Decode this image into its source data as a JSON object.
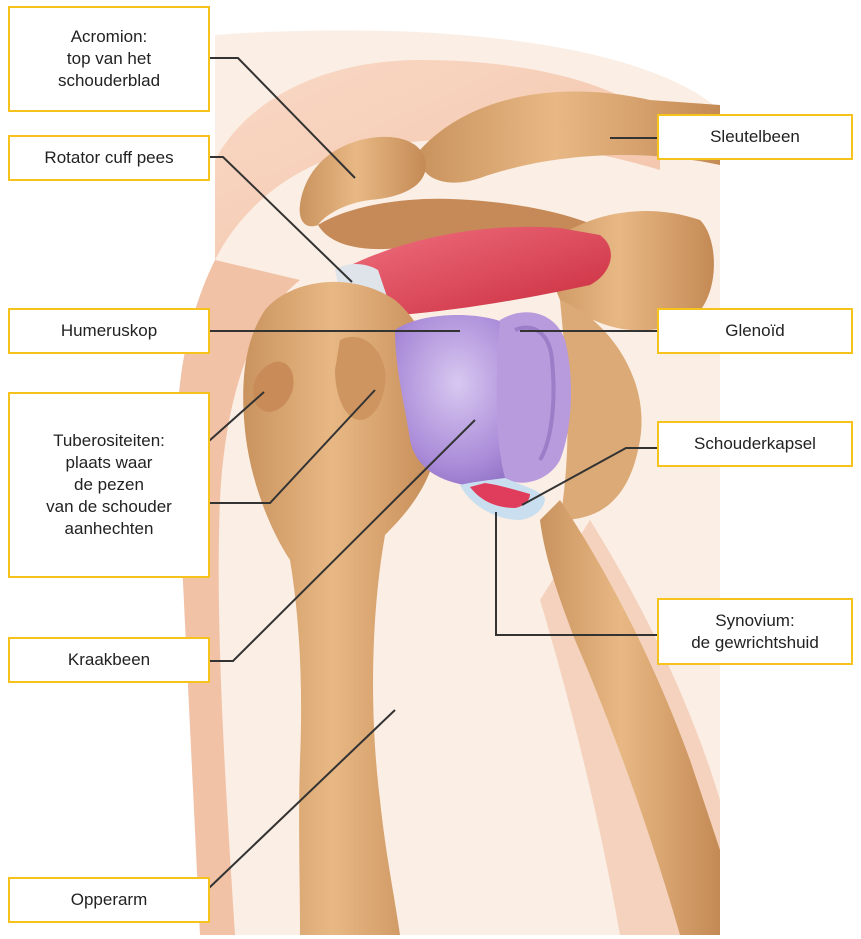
{
  "colors": {
    "label_border": "#f6c21c",
    "leader_line": "#333333",
    "bone": "#d9a36d",
    "cartilage": "#b7a0de",
    "muscle": "#de3f4f"
  },
  "labels": {
    "acromion": [
      "Acromion:",
      "top van het",
      "schouderblad"
    ],
    "rotator_cuff": [
      "Rotator cuff pees"
    ],
    "humeruskop": [
      "Humeruskop"
    ],
    "tuberositeiten": [
      "Tuberositeiten:",
      "plaats waar",
      "de pezen",
      "van de schouder",
      "aanhechten"
    ],
    "kraakbeen": [
      "Kraakbeen"
    ],
    "opperarm": [
      "Opperarm"
    ],
    "sleutelbeen": [
      "Sleutelbeen"
    ],
    "glenoid": [
      "Glenoïd"
    ],
    "schouderkapsel": [
      "Schouderkapsel"
    ],
    "synovium": [
      "Synovium:",
      "de gewrichtshuid"
    ]
  }
}
